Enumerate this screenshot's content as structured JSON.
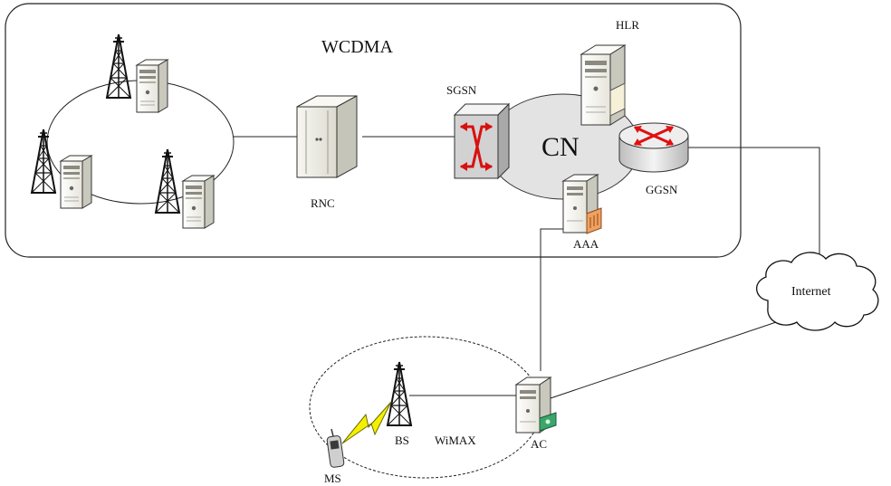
{
  "labels": {
    "wcdma": "WCDMA",
    "cn": "CN",
    "sgsn": "SGSN",
    "hlr": "HLR",
    "ggsn": "GGSN",
    "aaa": "AAA",
    "rnc": "RNC",
    "internet": "Internet",
    "bs": "BS",
    "wimax": "WiMAX",
    "ac": "AC",
    "ms": "MS"
  },
  "icons": {
    "server": "server-tower-icon",
    "tower": "radio-tower-icon",
    "router": "router-icon",
    "switch": "switch-icon",
    "cloud": "internet-cloud-icon",
    "phone": "mobile-phone-icon",
    "lightning": "wireless-link-icon"
  },
  "colors": {
    "line": "#222222",
    "cn_fill": "#e3e3e3",
    "server_body": "#efeee8",
    "server_side": "#c9c8bd",
    "arrow_red": "#e01010",
    "bolt": "#f5f000",
    "card_orange": "#f0a060",
    "card_green": "#3aa66a"
  }
}
